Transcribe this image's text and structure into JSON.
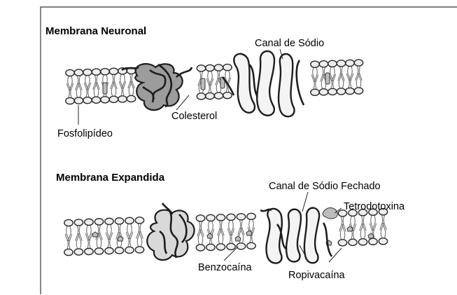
{
  "panels": [
    {
      "title": "Membrana Neuronal",
      "labels": {
        "channel": "Canal de Sódio",
        "cholesterol": "Colesterol",
        "phospholipid": "Fosfolipídeo"
      }
    },
    {
      "title": "Membrana Expandida",
      "labels": {
        "closed_channel": "Canal de Sódio Fechado",
        "tetrodotoxin": "Tetrodotoxina",
        "benzocaine": "Benzocaína",
        "ropivacaine": "Ropivacaína"
      }
    }
  ]
}
